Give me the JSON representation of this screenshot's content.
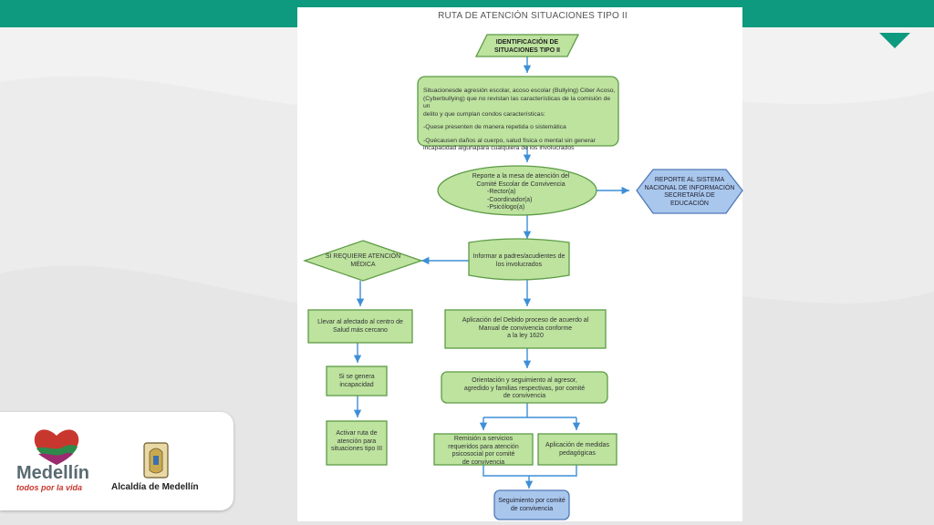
{
  "title": "RUTA DE ATENCIÓN SITUACIONES TIPO II",
  "nodes": {
    "identificacion": [
      "IDENTIFICACIÓN DE",
      "SITUACIONES TIPO II"
    ],
    "situaciones": [
      "Situacionesde agresión escolar, acoso escolar (Bullying) Ciber Acoso,",
      "(Cyberbullying) que no revistan las características de la comisión de un",
      "delito y que cumplan condos características:",
      "",
      "-Quese presenten de manera repetida o sistemática",
      "",
      "-Quécausen daños al cuerpo, salud física o mental sin generar",
      "incapacidad algunapara cualquiera de los involucrados"
    ],
    "reporte_mesa": [
      "Reporte a la mesa de atención del",
      "Comité Escolar de Convivencia",
      "-Rector(a)",
      "-Coordinador(a)",
      "-Psicólogo(a)"
    ],
    "reporte_sistema": [
      "REPORTE AL SISTEMA",
      "NACIONAL DE INFORMACIÓN",
      "SECRETARÍA DE",
      "EDUCACIÓN"
    ],
    "requiere_atencion": [
      "SI REQUIERE ATENCIÓN",
      "MÉDICA"
    ],
    "informar": [
      "Informar a padres/acudientes de",
      "los involucrados"
    ],
    "llevar": [
      "Llevar al afectado al centro de",
      "Salud más cercano"
    ],
    "debido_proceso": [
      "Aplicación del Debido proceso de acuerdo al",
      "Manual de convivencia  conforme",
      "a la ley 1620"
    ],
    "incapacidad": [
      "Si se genera",
      "incapacidad"
    ],
    "orientacion": [
      "Orientación y seguimiento al agresor,",
      "agredido y familias respectivas, por comité",
      "de convivencia"
    ],
    "activar": [
      "Activar ruta de",
      "atención para",
      "situaciones tipo III"
    ],
    "remision": [
      "Remisión a servicios",
      "requeridos para atención",
      "psicosocial por comité",
      "de convivencia"
    ],
    "medidas": [
      "Aplicación de medidas",
      "pedagógicas"
    ],
    "seguimiento": [
      "Seguimiento por comité",
      "de convivencia"
    ]
  },
  "logos": {
    "medellin_word": "Medellín",
    "medellin_tagline": "todos por la vida",
    "alcaldia": "Alcaldía de Medellín"
  },
  "colors": {
    "brand_green": "#0e9a7e",
    "node_green": "#bde39f",
    "node_border": "#5d9b45",
    "arrow_blue": "#3d8fd6",
    "node_blue": "#a9c7ec",
    "node_blue_border": "#4f79b8"
  }
}
